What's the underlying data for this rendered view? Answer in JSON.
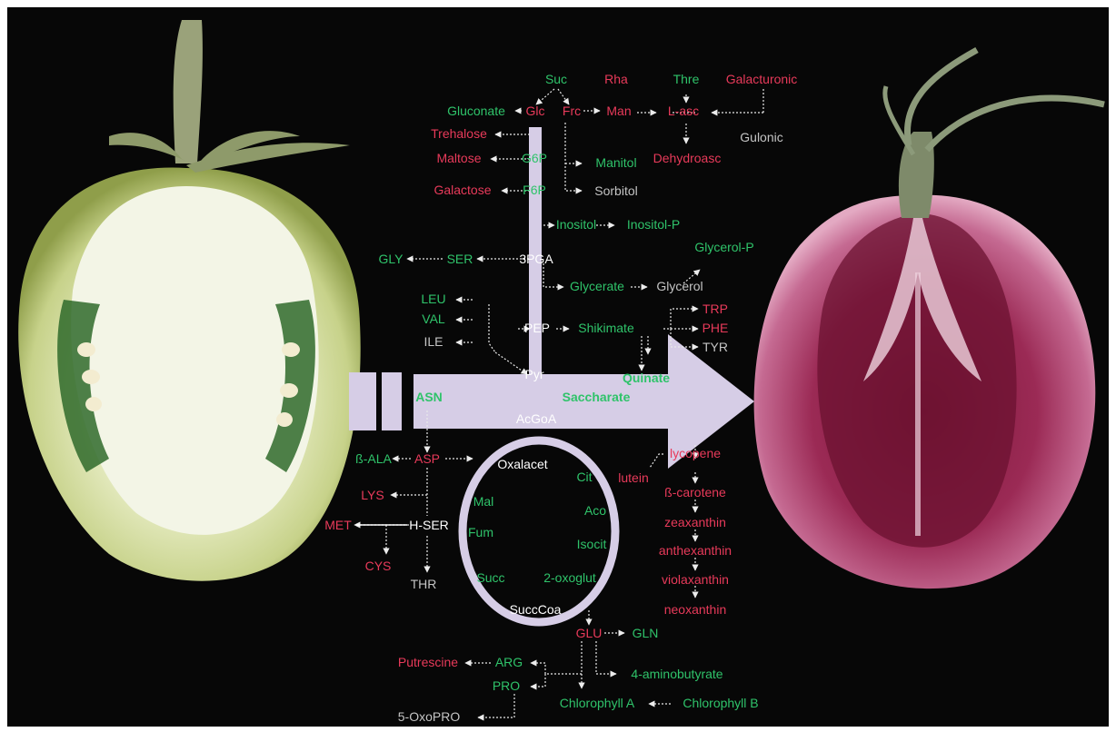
{
  "colors": {
    "red": "#e83a5a",
    "green": "#2fc36a",
    "white": "#f2f2f2",
    "gray": "#c4c4c4",
    "arrow": "#d6cde6",
    "background": "#070707"
  },
  "images": {
    "left_fruit": "green unripe tomato halved, pale flesh, seeds in green cavities",
    "right_fruit": "red ripe tomato halved, dark red flesh with white radial columns",
    "ripening_arrow": "large lavender arrow pointing left to right (ripening direction)",
    "tca_cycle": "lavender ring representing the TCA cycle"
  },
  "labels": {
    "suc": "Suc",
    "rha": "Rha",
    "thre": "Thre",
    "galacturonic": "Galacturonic",
    "gluconate": "Gluconate",
    "glc": "Glc",
    "frc": "Frc",
    "man": "Man",
    "l_asc": "L-asc",
    "gulonic": "Gulonic",
    "trehalose": "Trehalose",
    "maltose": "Maltose",
    "g6p": "G6P",
    "manitol": "Manitol",
    "dehydroasc": "Dehydroasc",
    "galactose": "Galactose",
    "f6p": "F6P",
    "sorbitol": "Sorbitol",
    "inositol": "Inositol",
    "inositol_p": "Inositol-P",
    "glycerol_p": "Glycerol-P",
    "gly": "GLY",
    "ser": "SER",
    "pga3": "3PGA",
    "glycerate": "Glycerate",
    "glycerol": "Glycerol",
    "leu": "LEU",
    "val": "VAL",
    "ile": "ILE",
    "pep": "PEP",
    "shikimate": "Shikimate",
    "trp": "TRP",
    "phe": "PHE",
    "tyr": "TYR",
    "pyr": "Pyr",
    "quinate": "Quinate",
    "asn": "ASN",
    "saccharate": "Saccharate",
    "acgoa": "AcGoA",
    "lycopene": "lycopene",
    "b_ala": "ß-ALA",
    "asp": "ASP",
    "oxalacet": "Oxalacet",
    "cit": "Cit",
    "lutein": "lutein",
    "b_carotene": "ß-carotene",
    "lys": "LYS",
    "mal": "Mal",
    "aco": "Aco",
    "zeaxanthin": "zeaxanthin",
    "met": "MET",
    "h_ser": "H-SER",
    "fum": "Fum",
    "isocit": "Isocit",
    "anthexanthin": "anthexanthin",
    "cys": "CYS",
    "thr": "THR",
    "succ": "Succ",
    "oxoglut": "2-oxoglut",
    "violaxanthin": "violaxanthin",
    "succcoa": "SuccCoa",
    "neoxanthin": "neoxanthin",
    "glu": "GLU",
    "gln": "GLN",
    "putrescine": "Putrescine",
    "arg": "ARG",
    "aminobutyrate": "4-aminobutyrate",
    "pro": "PRO",
    "chlorophyll_a": "Chlorophyll A",
    "chlorophyll_b": "Chlorophyll B",
    "oxopro": "5-OxoPRO"
  }
}
